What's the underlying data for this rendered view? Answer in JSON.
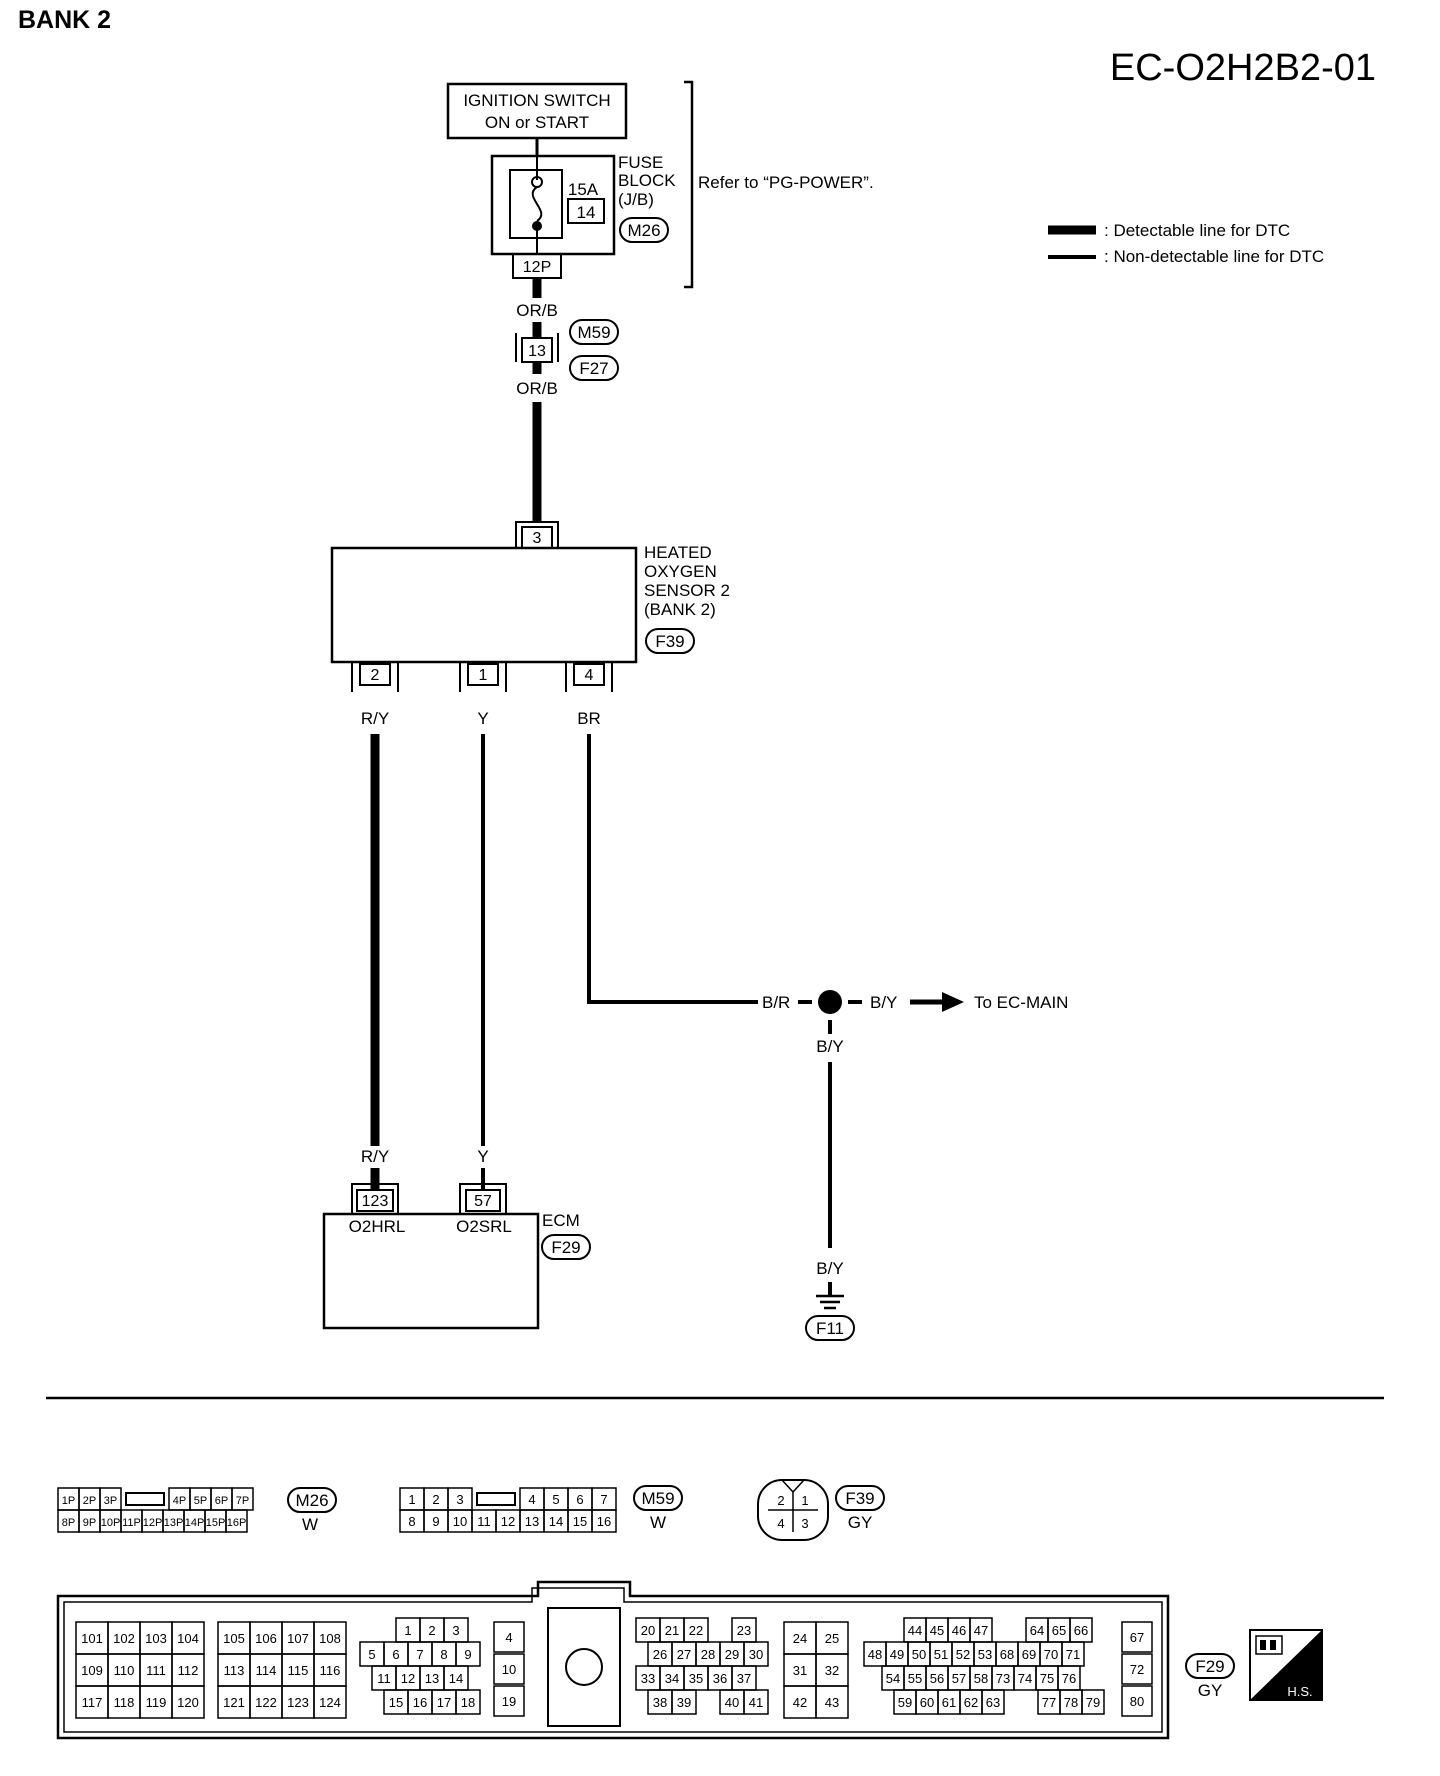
{
  "page": {
    "title": "BANK 2",
    "diagram_code": "EC-O2H2B2-01"
  },
  "legend": {
    "detectable": ": Detectable line for DTC",
    "non_detectable": ": Non-detectable line for DTC"
  },
  "power": {
    "ignition_line1": "IGNITION SWITCH",
    "ignition_line2": "ON or START",
    "fuse_block_line1": "FUSE",
    "fuse_block_line2": "BLOCK",
    "fuse_block_line3": "(J/B)",
    "fuse_amp": "15A",
    "fuse_number": "14",
    "fuse_connector": "M26",
    "refer": "Refer to “PG-POWER”.",
    "output_pin": "12P"
  },
  "harness": {
    "wire_top": "OR/B",
    "wire_bottom": "OR/B",
    "pin": "13",
    "connector_upper": "M59",
    "connector_lower": "F27"
  },
  "sensor": {
    "line1": "HEATED",
    "line2": "OXYGEN",
    "line3": "SENSOR 2",
    "line4": "(BANK 2)",
    "connector": "F39",
    "pin_top": "3",
    "pin_a": "2",
    "pin_b": "1",
    "pin_c": "4"
  },
  "wires": {
    "a_top": "R/Y",
    "b_top": "Y",
    "c_top": "BR",
    "a_bottom": "R/Y",
    "b_bottom": "Y",
    "junction_in": "B/R",
    "junction_out": "B/Y",
    "junction_down": "B/Y",
    "ground_wire": "B/Y",
    "to_main": "To EC-MAIN",
    "ground_connector": "F11"
  },
  "ecm": {
    "label": "ECM",
    "connector": "F29",
    "pin_a": "123",
    "pin_b": "57",
    "term_a": "O2HRL",
    "term_b": "O2SRL"
  },
  "connectors": {
    "m26": {
      "label": "M26",
      "color": "W",
      "row1_left": [
        "1P",
        "2P",
        "3P"
      ],
      "row1_right": [
        "4P",
        "5P",
        "6P",
        "7P"
      ],
      "row2": [
        "8P",
        "9P",
        "10P",
        "11P",
        "12P",
        "13P",
        "14P",
        "15P",
        "16P"
      ]
    },
    "m59": {
      "label": "M59",
      "color": "W",
      "row1_left": [
        "1",
        "2",
        "3"
      ],
      "row1_right": [
        "4",
        "5",
        "6",
        "7"
      ],
      "row2": [
        "8",
        "9",
        "10",
        "11",
        "12",
        "13",
        "14",
        "15",
        "16"
      ]
    },
    "f39": {
      "label": "F39",
      "color": "GY",
      "pins": [
        "2",
        "1",
        "4",
        "3"
      ]
    },
    "f29": {
      "label": "F29",
      "color": "GY",
      "hs": "H.S.",
      "groupA": [
        [
          "101",
          "102",
          "103",
          "104"
        ],
        [
          "109",
          "110",
          "111",
          "112"
        ],
        [
          "117",
          "118",
          "119",
          "120"
        ]
      ],
      "groupB": [
        [
          "105",
          "106",
          "107",
          "108"
        ],
        [
          "113",
          "114",
          "115",
          "116"
        ],
        [
          "121",
          "122",
          "123",
          "124"
        ]
      ],
      "groupC": [
        [
          "1",
          "2",
          "3"
        ],
        [
          "5",
          "6",
          "7",
          "8",
          "9"
        ],
        [
          "11",
          "12",
          "13",
          "14"
        ],
        [
          "15",
          "16",
          "17",
          "18"
        ]
      ],
      "groupD": [
        "4",
        "10",
        "19"
      ],
      "groupE": [
        [
          "20",
          "21",
          "22",
          "23"
        ],
        [
          "26",
          "27",
          "28",
          "29",
          "30"
        ],
        [
          "33",
          "34",
          "35",
          "36",
          "37"
        ],
        [
          "38",
          "39",
          "40",
          "41"
        ]
      ],
      "groupF": [
        [
          "24",
          "25"
        ],
        [
          "31",
          "32"
        ],
        [
          "42",
          "43"
        ]
      ],
      "groupG": [
        [
          "44",
          "45",
          "46",
          "47",
          "64",
          "65",
          "66"
        ],
        [
          "48",
          "49",
          "50",
          "51",
          "52",
          "53",
          "68",
          "69",
          "70",
          "71"
        ],
        [
          "54",
          "55",
          "56",
          "57",
          "58",
          "73",
          "74",
          "75",
          "76"
        ],
        [
          "59",
          "60",
          "61",
          "62",
          "63",
          "77",
          "78",
          "79"
        ]
      ],
      "groupH": [
        "67",
        "72",
        "80"
      ]
    }
  }
}
